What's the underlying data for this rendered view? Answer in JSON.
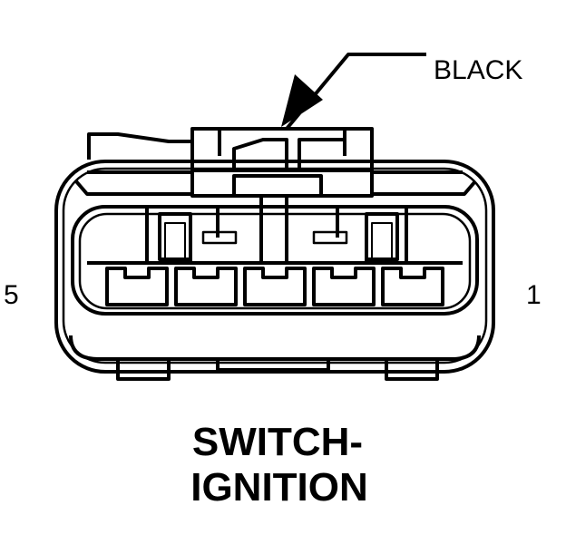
{
  "connector": {
    "color_label": "BLACK",
    "pin_left": "5",
    "pin_right": "1"
  },
  "caption": {
    "line1": "SWITCH-",
    "line2": "IGNITION"
  },
  "colors": {
    "ink": "#000000",
    "background": "#ffffff"
  }
}
